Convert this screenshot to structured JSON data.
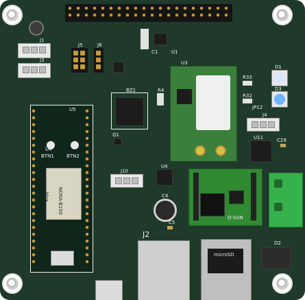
{
  "board": {
    "background_color": "#1f3a2a",
    "silk_color": "#f2f2f2"
  },
  "labels": {
    "j1": "J1",
    "j3": "J3",
    "u1": "U1",
    "c1": "C1",
    "j5": "J5",
    "j6": "J6",
    "u3": "U3",
    "d1": "D1",
    "r33": "R33",
    "r32": "R32",
    "d3": "D3",
    "jp12": "JP12",
    "bz1": "BZ1",
    "r4": "R4",
    "j4": "J4",
    "u5": "U5",
    "u4_left": "U4",
    "q1": "Q1",
    "btn1": "BTN1",
    "btn2": "BTN2",
    "u11": "U11",
    "c29": "C29",
    "j10": "J10",
    "u4_mid": "U4",
    "c4": "C4",
    "c5": "C5",
    "j2": "J2",
    "d2": "D2",
    "blox": "blox",
    "nora": "NORA-B100",
    "microsd": "microSD",
    "d_sun": "D-SUN"
  }
}
